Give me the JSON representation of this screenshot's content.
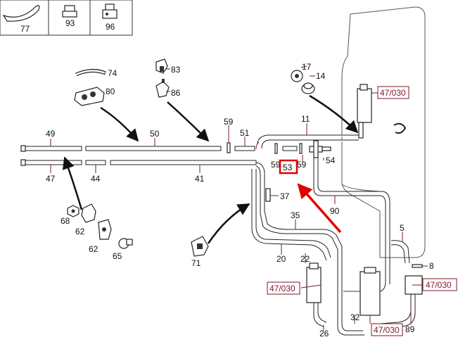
{
  "diagram": {
    "header_cells": [
      {
        "label": "77"
      },
      {
        "label": "93"
      },
      {
        "label": "96"
      }
    ],
    "part_labels": {
      "p74": "74",
      "p80": "80",
      "p83": "83",
      "p86": "86",
      "p17": "17",
      "p14": "14",
      "p11": "11",
      "p49": "49",
      "p50": "50",
      "p59a": "59",
      "p51": "51",
      "p47": "47",
      "p44": "44",
      "p41": "41",
      "p59b": "59",
      "p53": "53",
      "p59c": "59",
      "p54": "54",
      "p37": "37",
      "p35": "35",
      "p90": "90",
      "p68": "68",
      "p62a": "62",
      "p62b": "62",
      "p65": "65",
      "p71": "71",
      "p20": "20",
      "p22": "22",
      "p5": "5",
      "p8": "8",
      "p32": "32",
      "p26": "26",
      "p89": "89"
    },
    "ref_boxes": {
      "r1": "47/030",
      "r2": "47/030",
      "r3": "47/030",
      "r4": "47/030"
    },
    "highlight": {
      "label": "53",
      "color": "#e00000"
    },
    "colors": {
      "line": "#7a1a2a",
      "arrow": "#e00000",
      "ink": "#222222"
    }
  }
}
